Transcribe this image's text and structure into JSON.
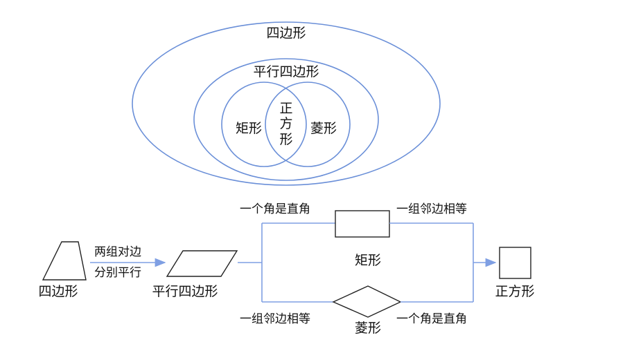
{
  "venn": {
    "quadrilateral": "四边形",
    "parallelogram": "平行四边形",
    "rectangle": "矩形",
    "rhombus": "菱形",
    "square": [
      "正",
      "方",
      "形"
    ]
  },
  "flow": {
    "quadrilateral": "四边形",
    "parallelogram": "平行四边形",
    "rectangle": "矩形",
    "rhombus": "菱形",
    "square": "正方形",
    "cond_parallel_line1": "两组对边",
    "cond_parallel_line2": "分别平行",
    "cond_right_angle_top": "一个角是直角",
    "cond_adjacent_equal_top": "一组邻边相等",
    "cond_adjacent_equal_bottom": "一组邻边相等",
    "cond_right_angle_bottom": "一个角是直角"
  },
  "colors": {
    "outline": "#6a8fd8",
    "arrow": "#7f9fe3",
    "shape": "#222222"
  }
}
